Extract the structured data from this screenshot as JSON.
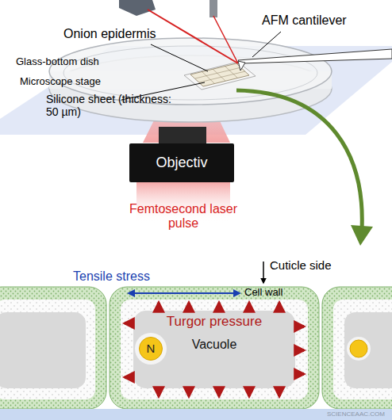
{
  "diagram": {
    "nodes": [
      {
        "text": [
          "Objectiv"
        ]
      },
      {
        "text": [
          "Vacuole"
        ]
      },
      {
        "text": [
          "N"
        ]
      }
    ],
    "labels": [
      "Onion epidermis",
      "AFM cantilever",
      "Glass-bottom dish",
      "Microscope stage",
      "Silicone sheet (thickness: 50 µm)",
      "Femtosecond laser pulse",
      "Tensile stress",
      "Cuticle side",
      "Cell wall",
      "Turgor pressure",
      "SCIENCEAAC.COM"
    ]
  }
}
